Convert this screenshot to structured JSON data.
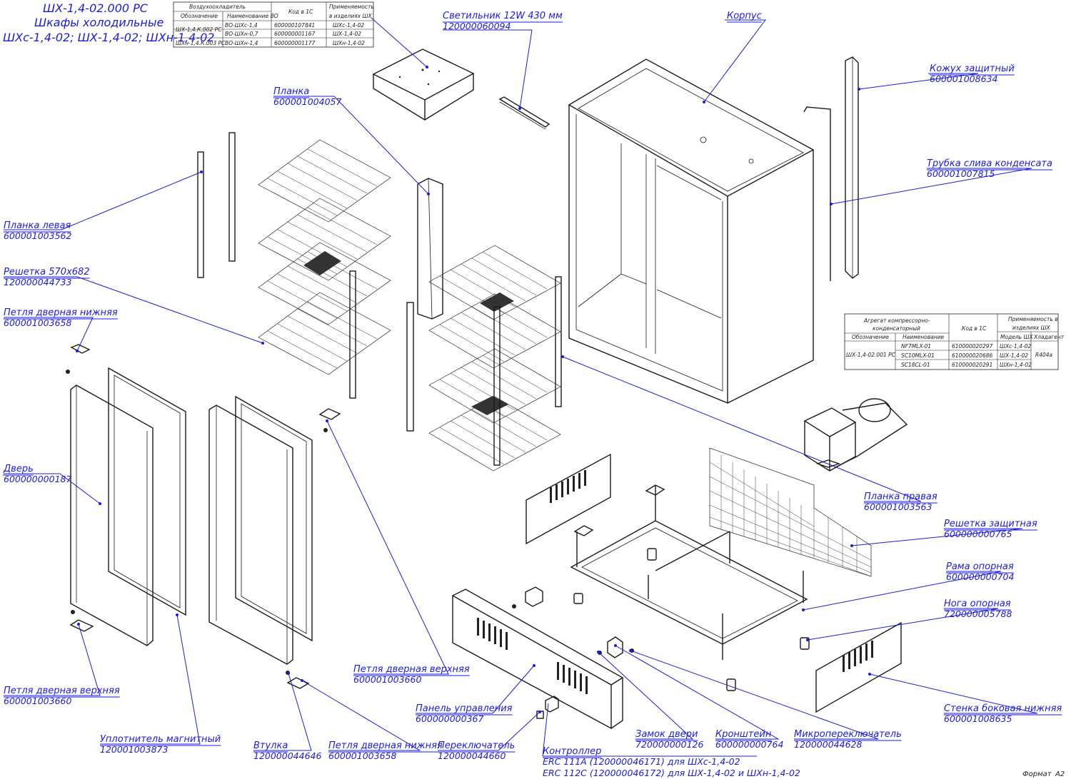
{
  "title": {
    "line1": "ШХ-1,4-02.000 РС",
    "line2": "Шкафы холодильные",
    "line3": "ШХс-1,4-02; ШХ-1,4-02; ШХн-1,4-02"
  },
  "table_vo": {
    "group_header": "Воздухоохладитель",
    "col_designation": "Обозначение",
    "col_name": "Наименование ВО",
    "col_code": "Код в 1С",
    "col_apply_1": "Применяемость",
    "col_apply_2": "в изделиях ШХ",
    "rows": [
      {
        "designation": "ШХ-1,4.К.002 РС",
        "name": "ВО-ШХс-1,4",
        "code": "600000107841",
        "apply": "ШХс-1,4-02"
      },
      {
        "designation": "",
        "name": "ВО-ШХн-0,7",
        "code": "600000001167",
        "apply": "ШХ-1,4-02"
      },
      {
        "designation": "ШХн-1,4.К.003 РС",
        "name": "ВО-ШХн-1,4",
        "code": "600000001177",
        "apply": "ШХн-1,4-02"
      }
    ]
  },
  "table_agr": {
    "group_header_1": "Агрегат компрессорно-",
    "group_header_2": "конденсаторный",
    "col_designation": "Обозначение",
    "col_name": "Наименование",
    "col_code": "Код в 1С",
    "col_apply_1": "Применяемость в",
    "col_apply_2": "изделиях ШХ",
    "col_model": "Модель ШХ",
    "col_refrigerant": "Хладагент",
    "designation": "ШХ-1,4-02.001 РС",
    "refrigerant": "R404a",
    "rows": [
      {
        "name": "NF7MLX-01",
        "code": "610000020297",
        "model": "ШХс-1,4-02"
      },
      {
        "name": "SC10MLX-01",
        "code": "610000020686",
        "model": "ШХ-1,4-02"
      },
      {
        "name": "SC18CL-01",
        "code": "610000020291",
        "model": "ШХн-1,4-02"
      }
    ]
  },
  "callouts": [
    {
      "id": "svetilnik",
      "name": "Светильник 12W 430 мм",
      "code": "120000060094"
    },
    {
      "id": "korpus",
      "name": "Корпус",
      "code": ""
    },
    {
      "id": "kozhuh",
      "name": "Кожух защитный",
      "code": "600001008634"
    },
    {
      "id": "trubka",
      "name": "Трубка слива конденсата",
      "code": "600001007815"
    },
    {
      "id": "planka",
      "name": "Планка",
      "code": "600001004057"
    },
    {
      "id": "planka-levaya",
      "name": "Планка левая",
      "code": "600001003562"
    },
    {
      "id": "reshetka",
      "name": "Решетка 570х682",
      "code": "120000044733"
    },
    {
      "id": "petlya-nizh-1",
      "name": "Петля дверная нижняя",
      "code": "600001003658"
    },
    {
      "id": "dver",
      "name": "Дверь",
      "code": "600000000187"
    },
    {
      "id": "petlya-verh-1",
      "name": "Петля дверная верхняя",
      "code": "600001003660"
    },
    {
      "id": "uplotnitel",
      "name": "Уплотнитель магнитный",
      "code": "120001003873"
    },
    {
      "id": "vtulka",
      "name": "Втулка",
      "code": "120000044646"
    },
    {
      "id": "petlya-nizh-2",
      "name": "Петля дверная нижняя",
      "code": "600001003658"
    },
    {
      "id": "petlya-verh-2",
      "name": "Петля дверная верхняя",
      "code": "600001003660"
    },
    {
      "id": "panel",
      "name": "Панель управления",
      "code": "600000000367"
    },
    {
      "id": "pereklyuchatel",
      "name": "Переключатель",
      "code": "120000044660"
    },
    {
      "id": "zamok",
      "name": "Замок двери",
      "code": "720000000126"
    },
    {
      "id": "kronshtein",
      "name": "Кронштейн",
      "code": "600000000764"
    },
    {
      "id": "mikro",
      "name": "Микропереключатель",
      "code": "120000044628"
    },
    {
      "id": "planka-pravaya",
      "name": "Планка правая",
      "code": "600001003563"
    },
    {
      "id": "reshetka-zash",
      "name": "Решетка защитная",
      "code": "600000000765"
    },
    {
      "id": "rama",
      "name": "Рама опорная",
      "code": "600000000704"
    },
    {
      "id": "noga",
      "name": "Нога опорная",
      "code": "720000005788"
    },
    {
      "id": "stenka",
      "name": "Стенка боковая нижняя",
      "code": "600001008635"
    }
  ],
  "controller": {
    "name": "Контроллер",
    "line1": "ERC 111A (120000046171) для ШХс-1,4-02",
    "line2": "ERC 112C (120000046172) для ШХ-1,4-02 и ШХн-1,4-02"
  },
  "format": {
    "label": "Формат",
    "value": "А2"
  }
}
